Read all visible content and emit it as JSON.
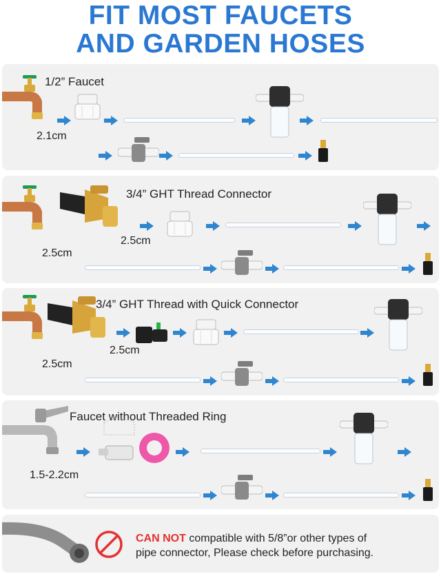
{
  "title": {
    "line1": "FIT MOST FAUCETS",
    "line2": "AND GARDEN HOSES"
  },
  "rows": [
    {
      "label": "1/2” Faucet",
      "dims": [
        "2.1cm"
      ]
    },
    {
      "label": "3/4” GHT Thread Connector",
      "dims": [
        "2.5cm",
        "2.5cm"
      ]
    },
    {
      "label": "3/4” GHT Thread with Quick Connector",
      "dims": [
        "2.5cm",
        "2.5cm"
      ]
    },
    {
      "label": "Faucet without Threaded Ring",
      "dims": [
        "1.5-2.2cm"
      ]
    }
  ],
  "notice": {
    "bold": "CAN NOT",
    "line1_rest": " compatible with 5/8”or other types of",
    "line2": "pipe connector, Please check before purchasing."
  },
  "colors": {
    "title": "#2a78d2",
    "arrow": "#2f86cf",
    "warning": "#e53030"
  }
}
